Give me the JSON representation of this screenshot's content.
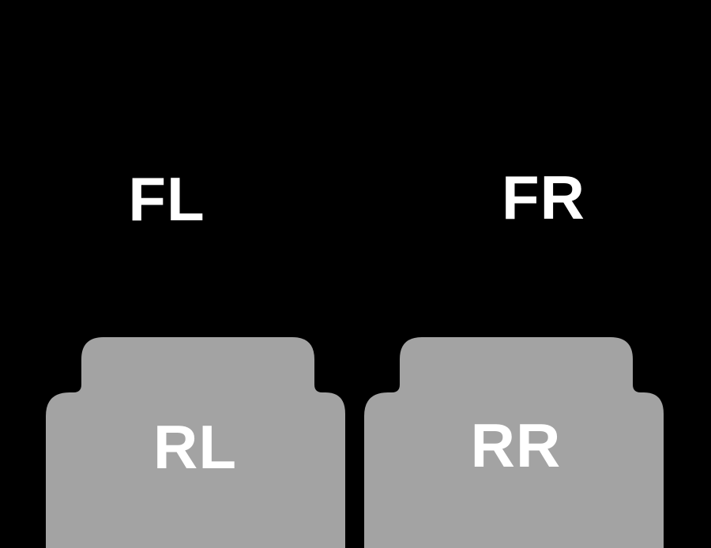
{
  "diagram": {
    "title": "car-floor-mat-position-diagram",
    "background_color": "#000000",
    "mat_color": "#a3a3a3",
    "label_color": "#ffffff",
    "labels": {
      "front_left": "FL",
      "front_right": "FR",
      "rear_left": "RL",
      "rear_right": "RR"
    }
  }
}
